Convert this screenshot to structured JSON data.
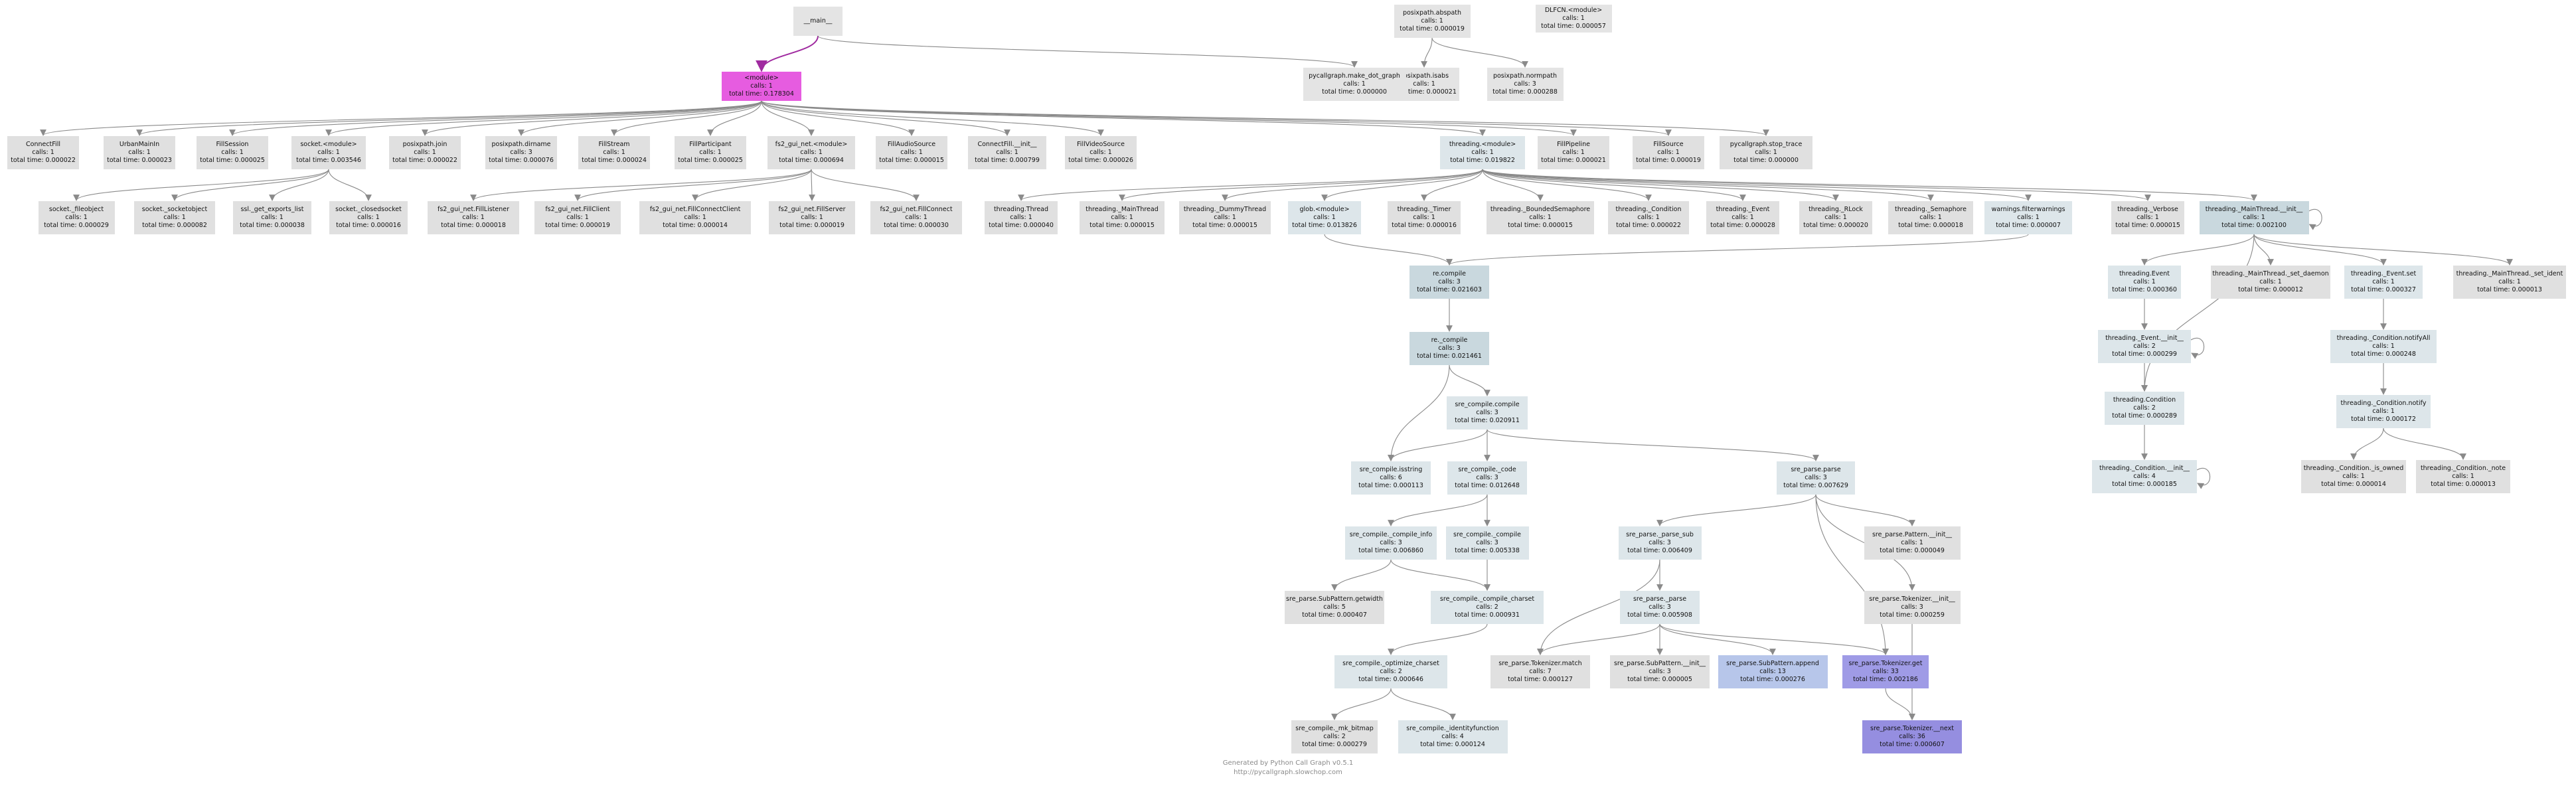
{
  "labels": {
    "calls": "calls",
    "total_time": "total time"
  },
  "colors": {
    "main": "#e4e4e4",
    "module": "#e0e0e0",
    "light": "#dde6ea",
    "mid": "#c9d8de",
    "hot": "#e65ce0",
    "blue1": "#b7c6ea",
    "blue2": "#9f9be6",
    "blue3": "#958ee0",
    "edge": "#8a8a8a",
    "edge_hot": "#a02ba0"
  },
  "nodes": [
    {
      "id": "main",
      "name": "__main__",
      "calls": "",
      "time": ""
    },
    {
      "id": "mod",
      "name": "<module>",
      "calls": "1",
      "time": "0.178304"
    },
    {
      "id": "absp",
      "name": "posixpath.abspath",
      "calls": "1",
      "time": "0.000019"
    },
    {
      "id": "dlfcn",
      "name": "DLFCN.<module>",
      "calls": "1",
      "time": "0.000057"
    },
    {
      "id": "isabs",
      "name": "posixpath.isabs",
      "calls": "1",
      "time": "0.000021"
    },
    {
      "id": "normp",
      "name": "posixpath.normpath",
      "calls": "3",
      "time": "0.000288"
    },
    {
      "id": "mkdot",
      "name": "pycallgraph.make_dot_graph",
      "calls": "1",
      "time": "0.000000"
    },
    {
      "id": "connfill",
      "name": "ConnectFill",
      "calls": "1",
      "time": "0.000022"
    },
    {
      "id": "urbanm",
      "name": "UrbanMainIn",
      "calls": "1",
      "time": "0.000023"
    },
    {
      "id": "fillsess",
      "name": "FillSession",
      "calls": "1",
      "time": "0.000025"
    },
    {
      "id": "sockmod",
      "name": "socket.<module>",
      "calls": "1",
      "time": "0.003546"
    },
    {
      "id": "pjoin",
      "name": "posixpath.join",
      "calls": "1",
      "time": "0.000022"
    },
    {
      "id": "pdir",
      "name": "posixpath.dirname",
      "calls": "3",
      "time": "0.000076"
    },
    {
      "id": "fillstream",
      "name": "FillStream",
      "calls": "1",
      "time": "0.000024"
    },
    {
      "id": "fillpart",
      "name": "FillParticipant",
      "calls": "1",
      "time": "0.000025"
    },
    {
      "id": "fs2mod",
      "name": "fs2_gui_net.<module>",
      "calls": "1",
      "time": "0.000694"
    },
    {
      "id": "fillaudio",
      "name": "FillAudioSource",
      "calls": "1",
      "time": "0.000015"
    },
    {
      "id": "connini",
      "name": "ConnectFill.__init__",
      "calls": "1",
      "time": "0.000799"
    },
    {
      "id": "fillvideo",
      "name": "FillVideoSource",
      "calls": "1",
      "time": "0.000026"
    },
    {
      "id": "thrmod",
      "name": "threading.<module>",
      "calls": "1",
      "time": "0.019822"
    },
    {
      "id": "fillpipe",
      "name": "FillPipeline",
      "calls": "1",
      "time": "0.000021"
    },
    {
      "id": "fillsrc",
      "name": "FillSource",
      "calls": "1",
      "time": "0.000019"
    },
    {
      "id": "stoptrace",
      "name": "pycallgraph.stop_trace",
      "calls": "1",
      "time": "0.000000"
    },
    {
      "id": "sfileobj",
      "name": "socket._fileobject",
      "calls": "1",
      "time": "0.000029"
    },
    {
      "id": "ssockobj",
      "name": "socket._socketobject",
      "calls": "1",
      "time": "0.000082"
    },
    {
      "id": "getexp",
      "name": "ssl._get_exports_list",
      "calls": "1",
      "time": "0.000038"
    },
    {
      "id": "closedsock",
      "name": "socket._closedsocket",
      "calls": "1",
      "time": "0.000016"
    },
    {
      "id": "fs2list",
      "name": "fs2_gui_net.FillListener",
      "calls": "1",
      "time": "0.000018"
    },
    {
      "id": "fs2cli",
      "name": "fs2_gui_net.FillClient",
      "calls": "1",
      "time": "0.000019"
    },
    {
      "id": "fs2conncli",
      "name": "fs2_gui_net.FillConnectClient",
      "calls": "1",
      "time": "0.000014"
    },
    {
      "id": "fs2srv",
      "name": "fs2_gui_net.FillServer",
      "calls": "1",
      "time": "0.000019"
    },
    {
      "id": "fs2conn",
      "name": "fs2_gui_net.FillConnect",
      "calls": "1",
      "time": "0.000030"
    },
    {
      "id": "thrThread",
      "name": "threading.Thread",
      "calls": "1",
      "time": "0.000040"
    },
    {
      "id": "thrMain",
      "name": "threading._MainThread",
      "calls": "1",
      "time": "0.000015"
    },
    {
      "id": "thrDummy",
      "name": "threading._DummyThread",
      "calls": "1",
      "time": "0.000015"
    },
    {
      "id": "globmod",
      "name": "glob.<module>",
      "calls": "1",
      "time": "0.013826"
    },
    {
      "id": "thrTimer",
      "name": "threading._Timer",
      "calls": "1",
      "time": "0.000016"
    },
    {
      "id": "thrBSem",
      "name": "threading._BoundedSemaphore",
      "calls": "1",
      "time": "0.000015"
    },
    {
      "id": "thrCond",
      "name": "threading._Condition",
      "calls": "1",
      "time": "0.000022"
    },
    {
      "id": "thrEvent",
      "name": "threading._Event",
      "calls": "1",
      "time": "0.000028"
    },
    {
      "id": "thrRLock",
      "name": "threading._RLock",
      "calls": "1",
      "time": "0.000020"
    },
    {
      "id": "thrSema",
      "name": "threading._Semaphore",
      "calls": "1",
      "time": "0.000018"
    },
    {
      "id": "warnfilt",
      "name": "warnings.filterwarnings",
      "calls": "1",
      "time": "0.000007"
    },
    {
      "id": "thrVerb",
      "name": "threading._Verbose",
      "calls": "1",
      "time": "0.000015"
    },
    {
      "id": "thrMainInit",
      "name": "threading._MainThread.__init__",
      "calls": "1",
      "time": "0.002100"
    },
    {
      "id": "recompile",
      "name": "re.compile",
      "calls": "3",
      "time": "0.021603"
    },
    {
      "id": "rec_",
      "name": "re._compile",
      "calls": "3",
      "time": "0.021461"
    },
    {
      "id": "srecomp",
      "name": "sre_compile.compile",
      "calls": "3",
      "time": "0.020911"
    },
    {
      "id": "isstr",
      "name": "sre_compile.isstring",
      "calls": "6",
      "time": "0.000113"
    },
    {
      "id": "srecode",
      "name": "sre_compile._code",
      "calls": "3",
      "time": "0.012648"
    },
    {
      "id": "sparse",
      "name": "sre_parse.parse",
      "calls": "3",
      "time": "0.007629"
    },
    {
      "id": "cinfo",
      "name": "sre_compile._compile_info",
      "calls": "3",
      "time": "0.006860"
    },
    {
      "id": "ccomp",
      "name": "sre_compile._compile",
      "calls": "3",
      "time": "0.005338"
    },
    {
      "id": "spsub",
      "name": "sre_parse._parse_sub",
      "calls": "3",
      "time": "0.006409"
    },
    {
      "id": "spatinit",
      "name": "sre_parse.Pattern.__init__",
      "calls": "1",
      "time": "0.000049"
    },
    {
      "id": "subwidth",
      "name": "sre_parse.SubPattern.getwidth",
      "calls": "5",
      "time": "0.000407"
    },
    {
      "id": "cchar",
      "name": "sre_compile._compile_charset",
      "calls": "2",
      "time": "0.000931"
    },
    {
      "id": "spparse",
      "name": "sre_parse._parse",
      "calls": "3",
      "time": "0.005908"
    },
    {
      "id": "toktinit",
      "name": "sre_parse.Tokenizer.__init__",
      "calls": "3",
      "time": "0.000259"
    },
    {
      "id": "optchar",
      "name": "sre_compile._optimize_charset",
      "calls": "2",
      "time": "0.000646"
    },
    {
      "id": "tokmatch",
      "name": "sre_parse.Tokenizer.match",
      "calls": "7",
      "time": "0.000127"
    },
    {
      "id": "subinit",
      "name": "sre_parse.SubPattern.__init__",
      "calls": "3",
      "time": "0.000005"
    },
    {
      "id": "subappend",
      "name": "sre_parse.SubPattern.append",
      "calls": "13",
      "time": "0.000276"
    },
    {
      "id": "tokget",
      "name": "sre_parse.Tokenizer.get",
      "calls": "33",
      "time": "0.002186"
    },
    {
      "id": "tokenext",
      "name": "sre_parse.Tokenizer.__next",
      "calls": "36",
      "time": "0.000607"
    },
    {
      "id": "mkbitmap",
      "name": "sre_compile._mk_bitmap",
      "calls": "2",
      "time": "0.000279"
    },
    {
      "id": "identfn",
      "name": "sre_compile._identityfunction",
      "calls": "4",
      "time": "0.000124"
    },
    {
      "id": "thrEvt",
      "name": "threading.Event",
      "calls": "1",
      "time": "0.000360"
    },
    {
      "id": "setdaemon",
      "name": "threading._MainThread._set_daemon",
      "calls": "1",
      "time": "0.000012"
    },
    {
      "id": "evtset",
      "name": "threading._Event.set",
      "calls": "1",
      "time": "0.000327"
    },
    {
      "id": "setident",
      "name": "threading._MainThread._set_ident",
      "calls": "1",
      "time": "0.000013"
    },
    {
      "id": "evtinit",
      "name": "threading._Event.__init__",
      "calls": "2",
      "time": "0.000299"
    },
    {
      "id": "condnotall",
      "name": "threading._Condition.notifyAll",
      "calls": "1",
      "time": "0.000248"
    },
    {
      "id": "thrCondition",
      "name": "threading.Condition",
      "calls": "2",
      "time": "0.000289"
    },
    {
      "id": "condnotify",
      "name": "threading._Condition.notify",
      "calls": "1",
      "time": "0.000172"
    },
    {
      "id": "condinit",
      "name": "threading._Condition.__init__",
      "calls": "4",
      "time": "0.000185"
    },
    {
      "id": "isowned",
      "name": "threading._Condition._is_owned",
      "calls": "1",
      "time": "0.000014"
    },
    {
      "id": "condnote",
      "name": "threading._Condition._note",
      "calls": "1",
      "time": "0.000013"
    }
  ],
  "footer": {
    "line1": "Generated by Python Call Graph v0.5.1",
    "line2": "http://pycallgraph.slowchop.com"
  }
}
